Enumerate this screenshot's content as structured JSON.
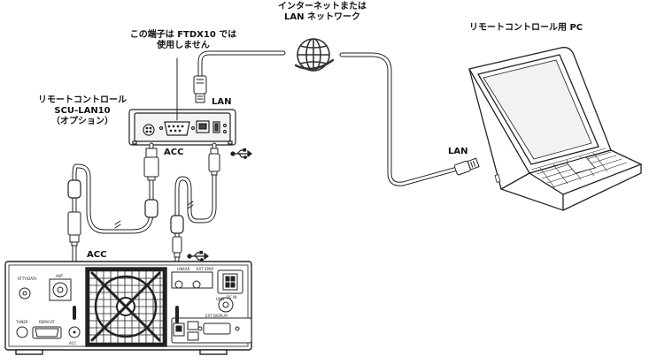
{
  "labels": {
    "internet_line1": "インターネットまたは",
    "internet_line2": "LAN ネットワーク",
    "pc": "リモートコントロール用 PC",
    "not_used_line1": "この端子は FTDX10 では",
    "not_used_line2": "使用しません",
    "remote_line1": "リモートコントロール",
    "remote_line2": "SCU-LAN10",
    "remote_line3": "（オプション）",
    "lan_top": "LAN",
    "lan_pc": "LAN",
    "acc_mid": "ACC",
    "acc_radio": "ACC"
  },
  "radio_labels": {
    "rtty_data": "RTTY/DATA",
    "ant": "ANT",
    "tuner": "TUNER",
    "remote": "REM/CAT",
    "acc": "ACC",
    "linear": "LINEAR",
    "ext_spkr": "EXT SPKR",
    "dc_in": "DC IN",
    "ext_display": "EXT DISPLAY",
    "gnd": "GND"
  },
  "icons": {
    "globe": "globe-icon",
    "usb": "usb-icon",
    "laptop": "laptop-icon"
  }
}
